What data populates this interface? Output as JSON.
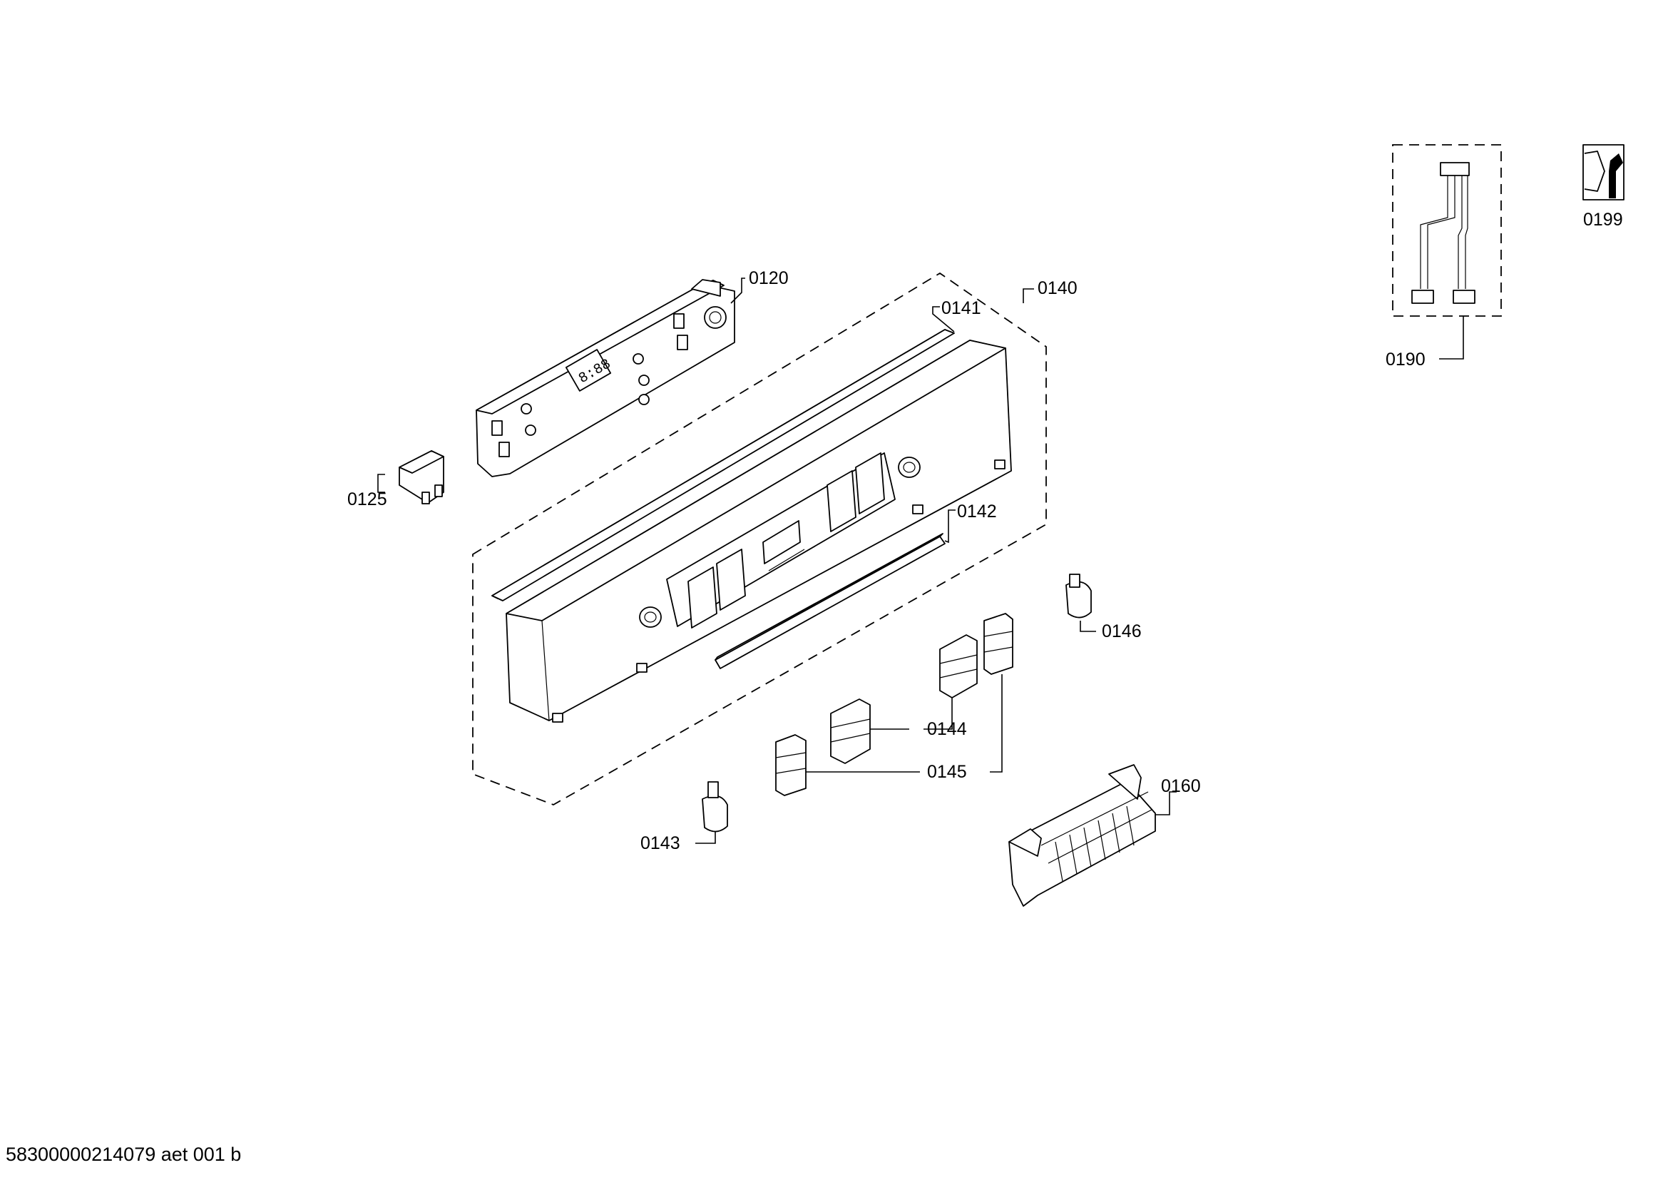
{
  "parts": {
    "p0120": "0120",
    "p0125": "0125",
    "p0140": "0140",
    "p0141": "0141",
    "p0142": "0142",
    "p0143": "0143",
    "p0144": "0144",
    "p0145": "0145",
    "p0146": "0146",
    "p0160": "0160",
    "p0190": "0190",
    "p0199": "0199"
  },
  "display_text": "8:88",
  "document_id": "58300000214079 aet 001 b",
  "icons": {
    "service": "wrench-nut-icon"
  }
}
